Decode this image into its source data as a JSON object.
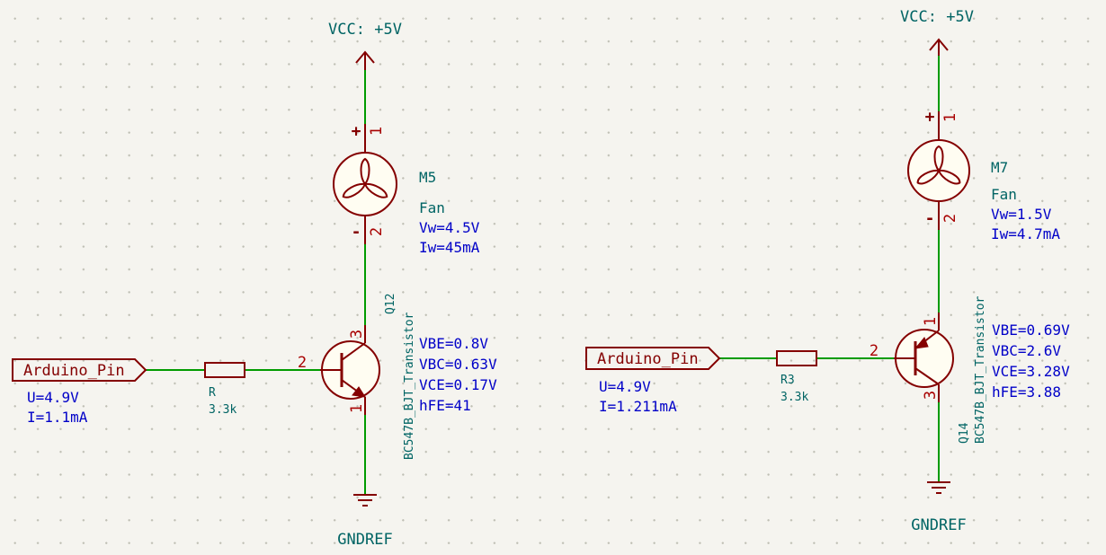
{
  "left": {
    "power_label": "VCC: +5V",
    "ground_label": "GNDREF",
    "input_label": "Arduino_Pin",
    "input_u": "U=4.9V",
    "input_i": "I=1.1mA",
    "resistor_ref": "R",
    "resistor_value": "3.3k",
    "fan_ref": "M5",
    "fan_value": "Fan",
    "fan_vw": "Vw=4.5V",
    "fan_iw": "Iw=45mA",
    "fan_pin_plus": "+",
    "fan_pin1": "1",
    "fan_pin_minus": "-",
    "fan_pin2": "2",
    "q_ref": "Q12",
    "q_value": "BC547B_BJT_Transistor",
    "q_pin_b": "2",
    "q_pin_c": "3",
    "q_pin_e": "1",
    "vbe": "VBE=0.8V",
    "vbc": "VBC=0.63V",
    "vce": "VCE=0.17V",
    "hfe": "hFE=41"
  },
  "right": {
    "power_label": "VCC: +5V",
    "ground_label": "GNDREF",
    "input_label": "Arduino_Pin",
    "input_u": "U=4.9V",
    "input_i": "I=1.211mA",
    "resistor_ref": "R3",
    "resistor_value": "3.3k",
    "fan_ref": "M7",
    "fan_value": "Fan",
    "fan_vw": "Vw=1.5V",
    "fan_iw": "Iw=4.7mA",
    "fan_pin_plus": "+",
    "fan_pin1": "1",
    "fan_pin_minus": "-",
    "fan_pin2": "2",
    "q_ref": "Q14",
    "q_value": "BC547B_BJT_Transistor",
    "q_pin_b": "2",
    "q_pin_c": "1",
    "q_pin_e": "3",
    "vbe": "VBE=0.69V",
    "vbc": "VBC=2.6V",
    "vce": "VCE=3.28V",
    "hfe": "hFE=3.88"
  },
  "colors": {
    "wire": "#009b00",
    "symbol": "#840000",
    "net_label": "#006464",
    "sim_annotation": "#0000c8",
    "background": "#f5f4ef"
  }
}
